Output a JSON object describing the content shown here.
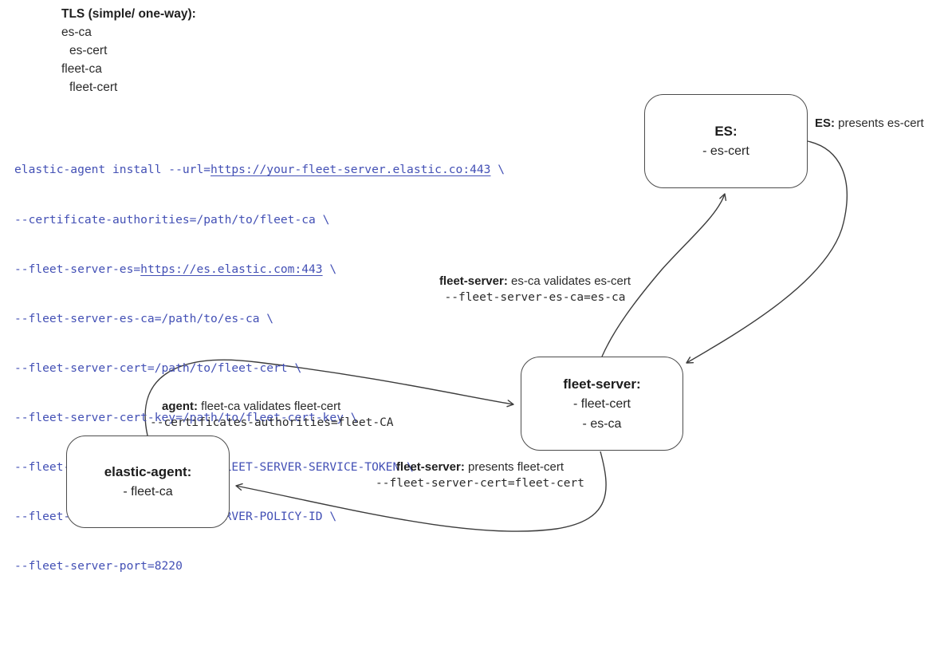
{
  "colors": {
    "background": "#ffffff",
    "ink": "#2f2f2f",
    "box_border": "#4c4c4c",
    "arrow": "#3c3c3c",
    "code_blue": "#4350b5"
  },
  "notes": {
    "title": "TLS (simple/ one-way):",
    "items": [
      {
        "text": "es-ca"
      },
      {
        "text": "es-cert"
      },
      {
        "text": "fleet-ca"
      },
      {
        "text": "fleet-cert"
      }
    ]
  },
  "command": {
    "lines": [
      {
        "pre": "elastic-agent install --url=",
        "link": "https://your-fleet-server.elastic.co:443",
        "post": " \\"
      },
      {
        "pre": "--certificate-authorities=/path/to/fleet-ca \\"
      },
      {
        "pre": "--fleet-server-es=",
        "link": "https://es.elastic.com:443",
        "post": " \\"
      },
      {
        "pre": "--fleet-server-es-ca=/path/to/es-ca \\"
      },
      {
        "pre": "--fleet-server-cert=/path/to/fleet-cert \\"
      },
      {
        "pre": "--fleet-server-cert-key=/path/to/fleet-cert-key \\"
      },
      {
        "pre": "--fleet-server-service-token=FLEET-SERVER-SERVICE-TOKEN \\"
      },
      {
        "pre": "--fleet-server-policy=FLEET-SERVER-POLICY-ID \\"
      },
      {
        "pre": "--fleet-server-port=8220"
      }
    ]
  },
  "nodes": {
    "es": {
      "title": "ES:",
      "line1": "- es-cert"
    },
    "fleet_server": {
      "title": "fleet-server:",
      "line1": "- fleet-cert",
      "line2": "- es-ca"
    },
    "elastic_agent": {
      "title": "elastic-agent:",
      "line1": "- fleet-ca"
    }
  },
  "edge_labels": {
    "es_presents": {
      "bold": "ES:",
      "rest": " presents es-cert"
    },
    "fs_validates": {
      "bold": "fleet-server:",
      "rest": " es-ca validates es-cert",
      "code": "--fleet-server-es-ca=es-ca"
    },
    "agent_validates": {
      "bold": "agent:",
      "rest": " fleet-ca validates fleet-cert",
      "code": "--certificates-authorities=fleet-CA"
    },
    "fs_presents": {
      "bold": "fleet-server:",
      "rest": " presents fleet-cert",
      "code": "--fleet-server-cert=fleet-cert"
    }
  }
}
